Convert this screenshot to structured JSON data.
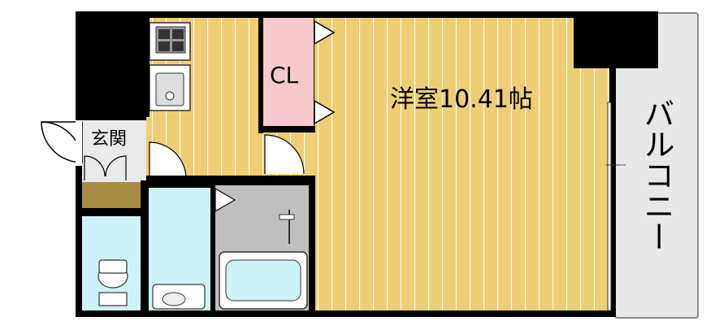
{
  "rooms": {
    "western": "洋室10.41帖",
    "closet": "CL",
    "entrance": "玄関",
    "balcony": "バルコニー"
  },
  "colors": {
    "wall": "#000000",
    "floor_wood": "#efcd74",
    "floor_line": "#ffffff",
    "closet": "#f8c9cc",
    "water": "#cdf3f7",
    "tile": "#bfbfbf",
    "shoe_box": "#a68c42",
    "entrance": "#eaeaea",
    "balcony": "#e8e8e8",
    "fixture_stroke": "#555555"
  }
}
